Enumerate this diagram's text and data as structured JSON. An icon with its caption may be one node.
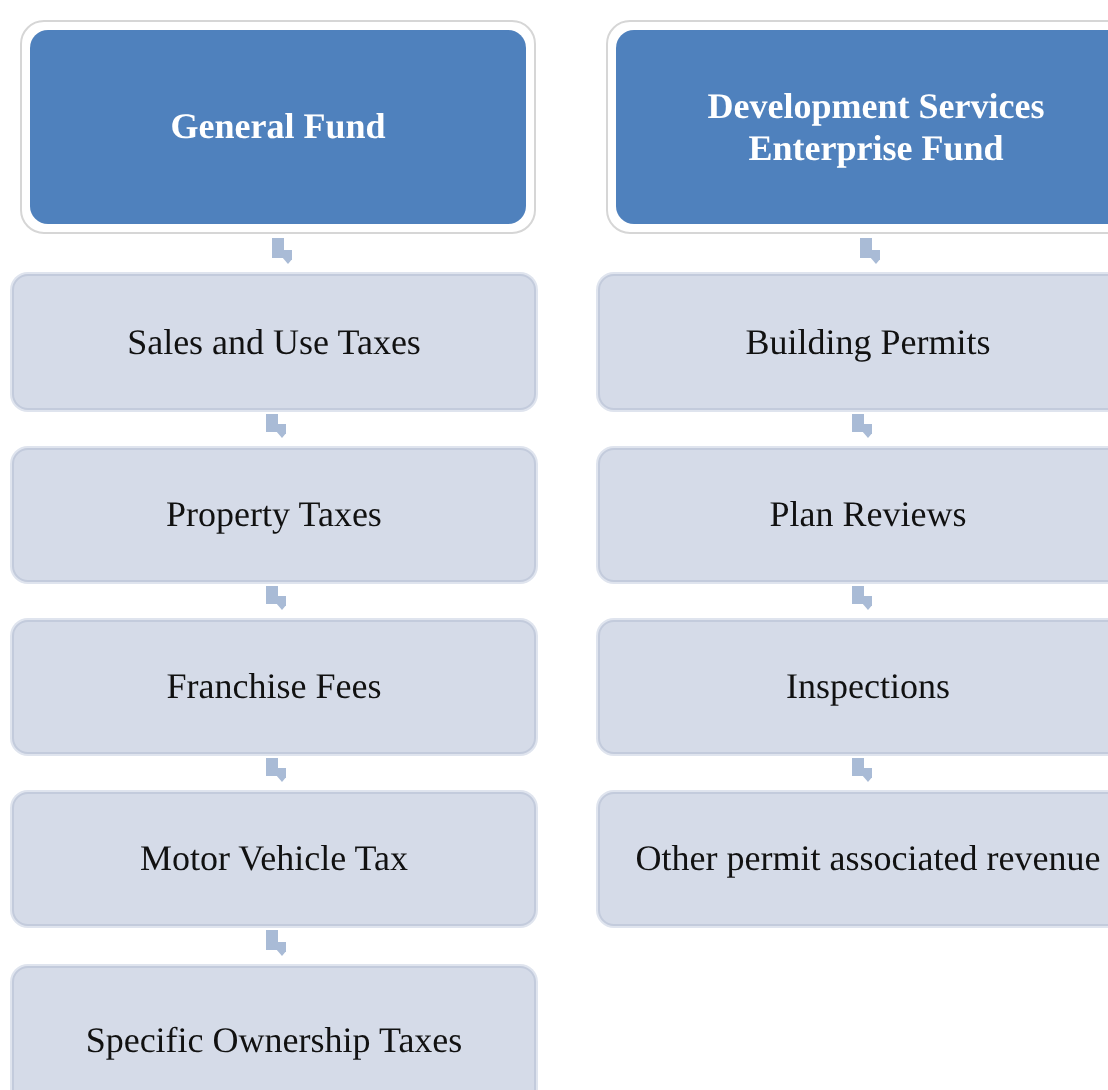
{
  "diagram": {
    "nodes": [
      {
        "text": [
          "General Fund"
        ]
      },
      {
        "text": [
          "Sales and Use Taxes"
        ]
      },
      {
        "text": [
          "Property Taxes"
        ]
      },
      {
        "text": [
          "Franchise Fees"
        ]
      },
      {
        "text": [
          "Motor Vehicle Tax"
        ]
      },
      {
        "text": [
          "Specific Ownership Taxes"
        ]
      },
      {
        "text": [
          "Development Services Enterprise Fund"
        ]
      },
      {
        "text": [
          "Building Permits"
        ]
      },
      {
        "text": [
          "Plan Reviews"
        ]
      },
      {
        "text": [
          "Inspections"
        ]
      },
      {
        "text": [
          "Other permit associated revenue"
        ]
      }
    ],
    "edges": [
      {
        "from": 0,
        "to": 1,
        "arrow": "to"
      },
      {
        "from": 1,
        "to": 2,
        "arrow": "to"
      },
      {
        "from": 2,
        "to": 3,
        "arrow": "to"
      },
      {
        "from": 3,
        "to": 4,
        "arrow": "to"
      },
      {
        "from": 4,
        "to": 5,
        "arrow": "to"
      },
      {
        "from": 6,
        "to": 7,
        "arrow": "to"
      },
      {
        "from": 7,
        "to": 8,
        "arrow": "to"
      },
      {
        "from": 8,
        "to": 9,
        "arrow": "to"
      },
      {
        "from": 9,
        "to": 10,
        "arrow": "to"
      }
    ]
  }
}
